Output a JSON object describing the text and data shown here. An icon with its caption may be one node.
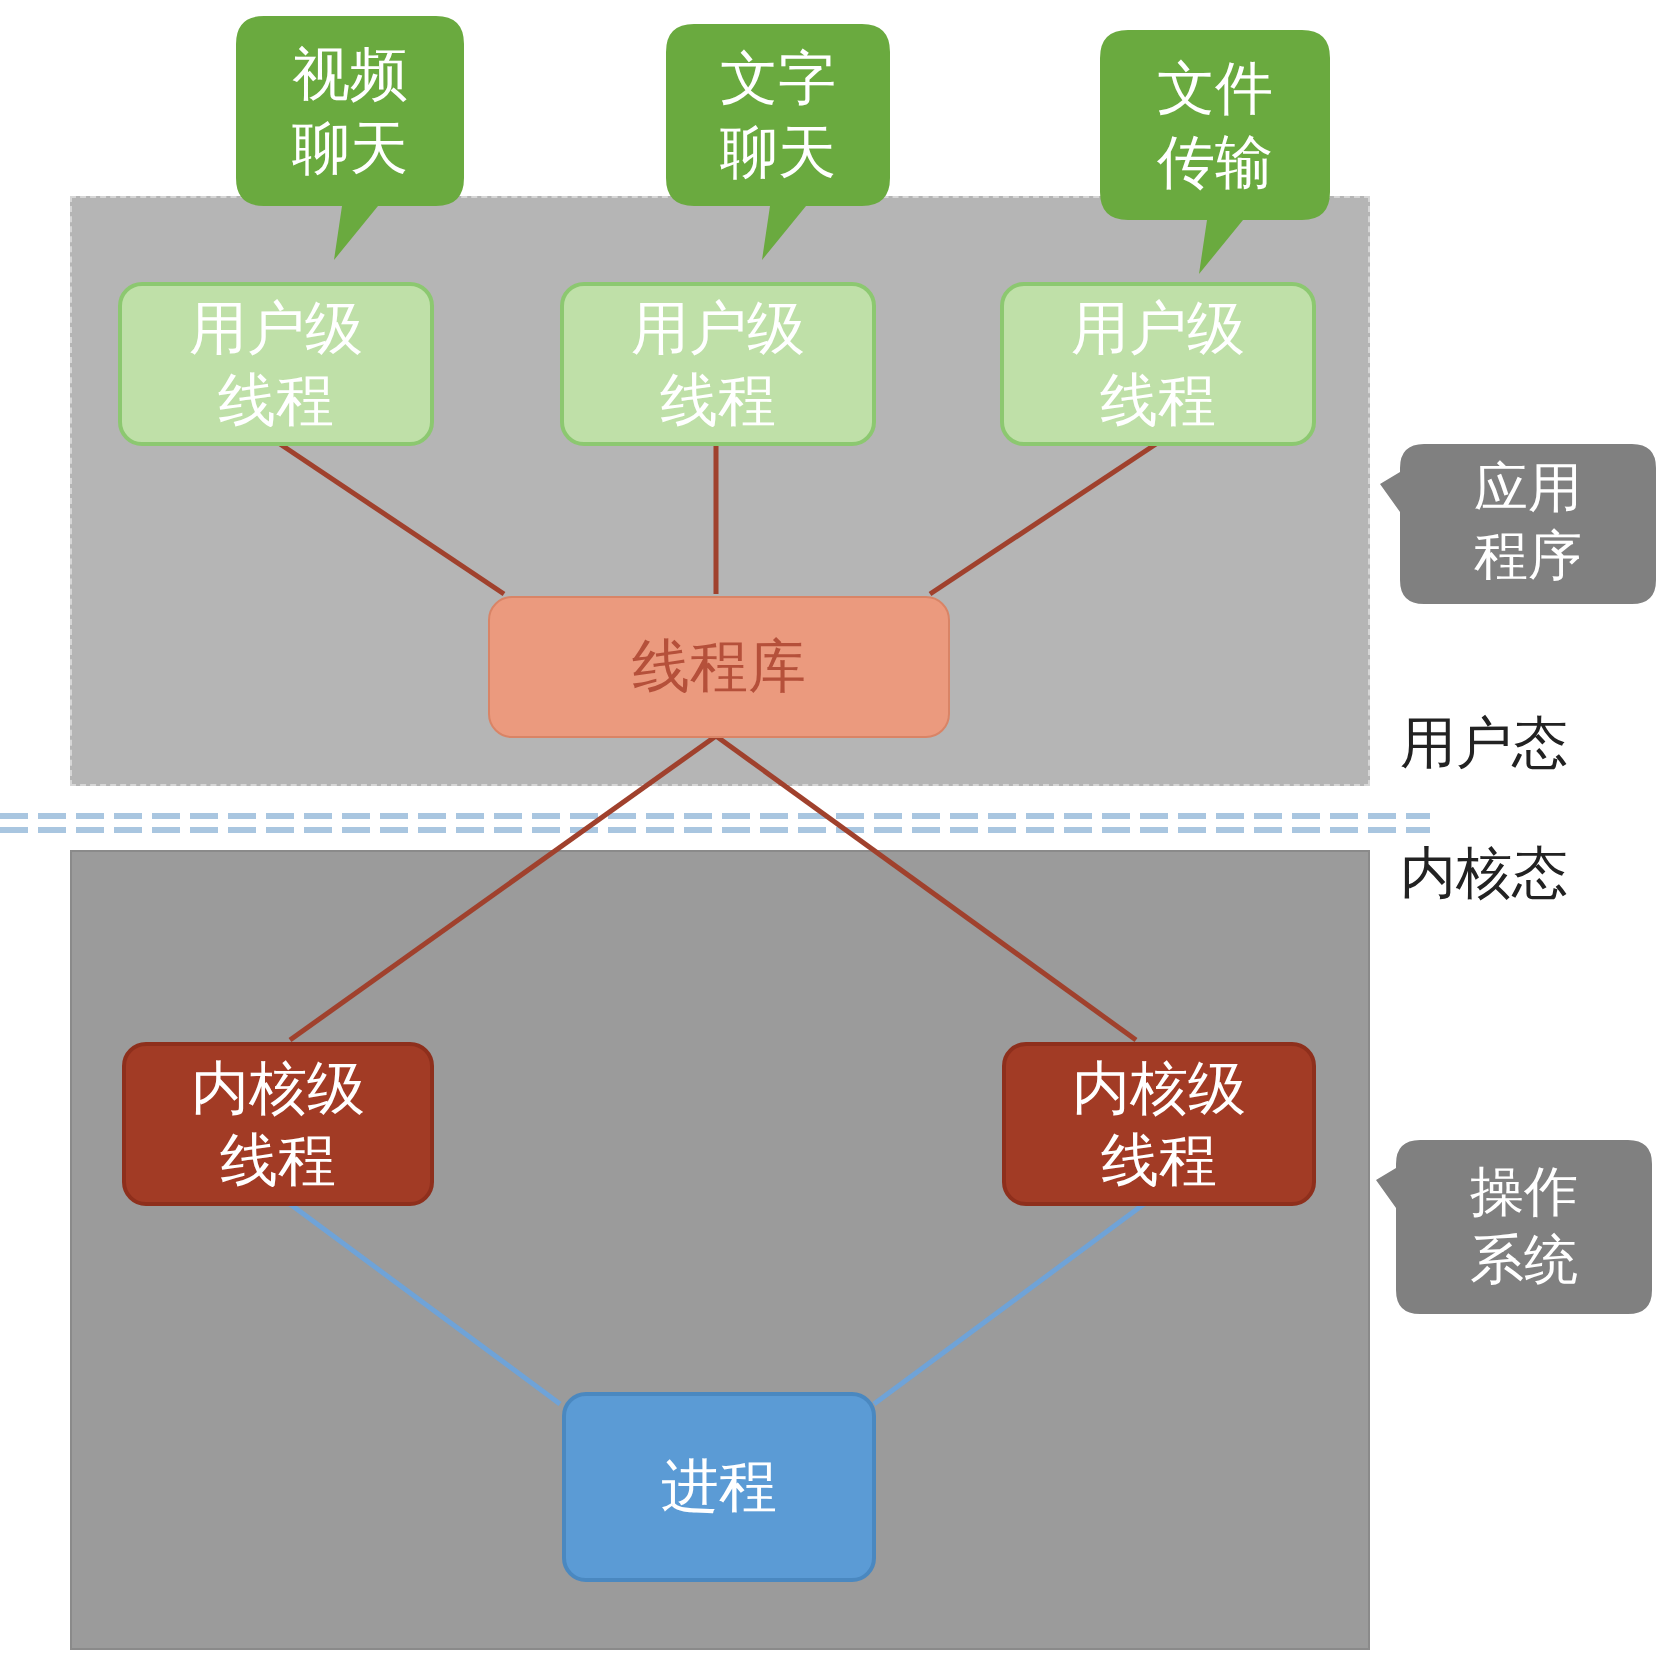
{
  "diagram": {
    "nodes": [
      {
        "text": [
          "视频聊天"
        ]
      },
      {
        "text": [
          "文字聊天"
        ]
      },
      {
        "text": [
          "文件传输"
        ]
      },
      {
        "text": [],
        "shape": "box"
      },
      {
        "text": [
          "用户级线程"
        ],
        "in": 3
      },
      {
        "text": [
          "用户级线程"
        ],
        "in": 3
      },
      {
        "text": [
          "用户级线程"
        ],
        "in": 3
      },
      {
        "text": [
          "应用程序"
        ]
      },
      {
        "text": [
          "线程库"
        ],
        "in": 3
      },
      {
        "text": [],
        "shape": "box"
      },
      {
        "text": [
          "内核级线程"
        ],
        "in": 9
      },
      {
        "text": [
          "内核级线程"
        ],
        "in": 9
      },
      {
        "text": [
          "操作系统"
        ]
      },
      {
        "text": [
          "进程"
        ],
        "in": 9
      }
    ],
    "edges": [
      {
        "from": 4,
        "to": 8,
        "arrow": "none"
      },
      {
        "from": 5,
        "to": 8,
        "arrow": "none"
      },
      {
        "from": 6,
        "to": 8,
        "arrow": "none"
      },
      {
        "from": 8,
        "to": 10,
        "arrow": "none"
      },
      {
        "from": 8,
        "to": 11,
        "arrow": "none"
      },
      {
        "from": 10,
        "to": 13,
        "arrow": "none",
        "color": "#6fa3d8"
      },
      {
        "from": 11,
        "to": 13,
        "arrow": "none",
        "color": "#6fa3d8"
      }
    ],
    "labels": [
      "用户态",
      "内核态"
    ]
  }
}
